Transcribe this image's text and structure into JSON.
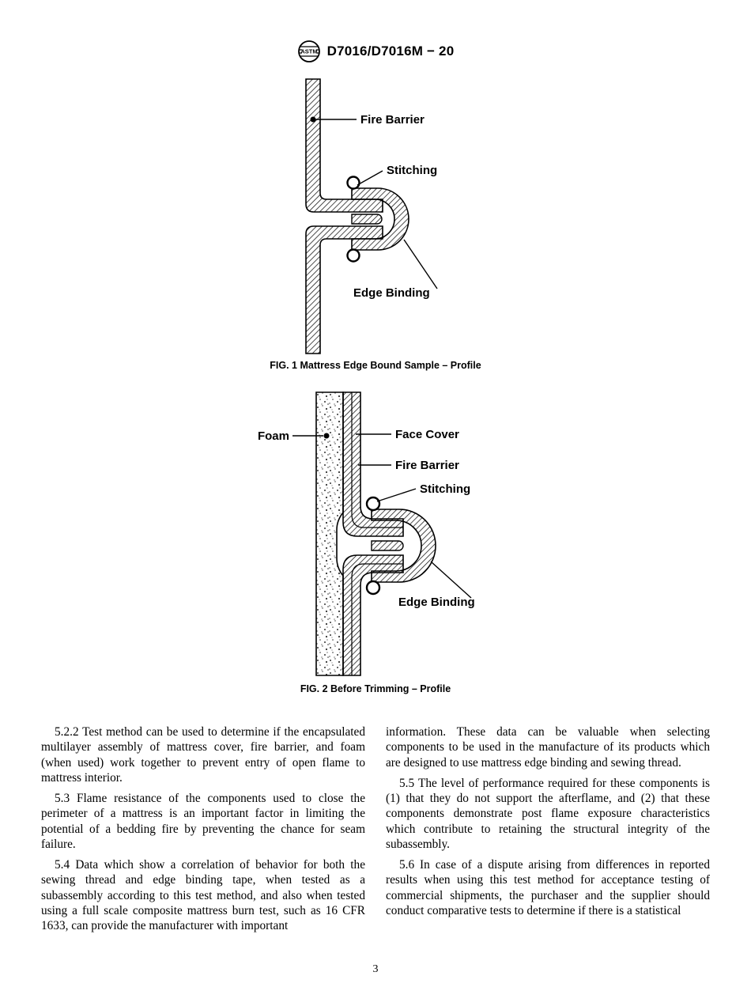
{
  "header": {
    "doc_number": "D7016/D7016M − 20",
    "logo_text": "ASTM"
  },
  "figure1": {
    "caption": "FIG. 1 Mattress Edge Bound Sample – Profile",
    "labels": {
      "fire_barrier": "Fire Barrier",
      "stitching": "Stitching",
      "edge_binding": "Edge Binding"
    }
  },
  "figure2": {
    "caption": "FIG. 2 Before Trimming – Profile",
    "labels": {
      "foam": "Foam",
      "face_cover": "Face Cover",
      "fire_barrier": "Fire Barrier",
      "stitching": "Stitching",
      "edge_binding": "Edge Binding"
    }
  },
  "body": {
    "columns": {
      "left": [
        "5.2.2 Test method can be used to determine if the encapsulated multilayer assembly of mattress cover, fire barrier, and foam (when used) work together to prevent entry of open flame to mattress interior.",
        "5.3 Flame resistance of the components used to close the perimeter of a mattress is an important factor in limiting the potential of a bedding fire by preventing the chance for seam failure.",
        "5.4 Data which show a correlation of behavior for both the sewing thread and edge binding tape, when tested as a subassembly according to this test method, and also when tested using a full scale composite mattress burn test, such as 16 CFR 1633, can provide the manufacturer with important"
      ],
      "right": [
        "information. These data can be valuable when selecting components to be used in the manufacture of its products which are designed to use mattress edge binding and sewing thread.",
        "5.5 The level of performance required for these components is (1) that they do not support the afterflame, and (2) that these components demonstrate post flame exposure characteristics which contribute to retaining the structural integrity of the subassembly.",
        "5.6 In case of a dispute arising from differences in reported results when using this test method for acceptance testing of commercial shipments, the purchaser and the supplier should conduct comparative tests to determine if there is a statistical"
      ]
    }
  },
  "footer": {
    "page_number": "3"
  }
}
